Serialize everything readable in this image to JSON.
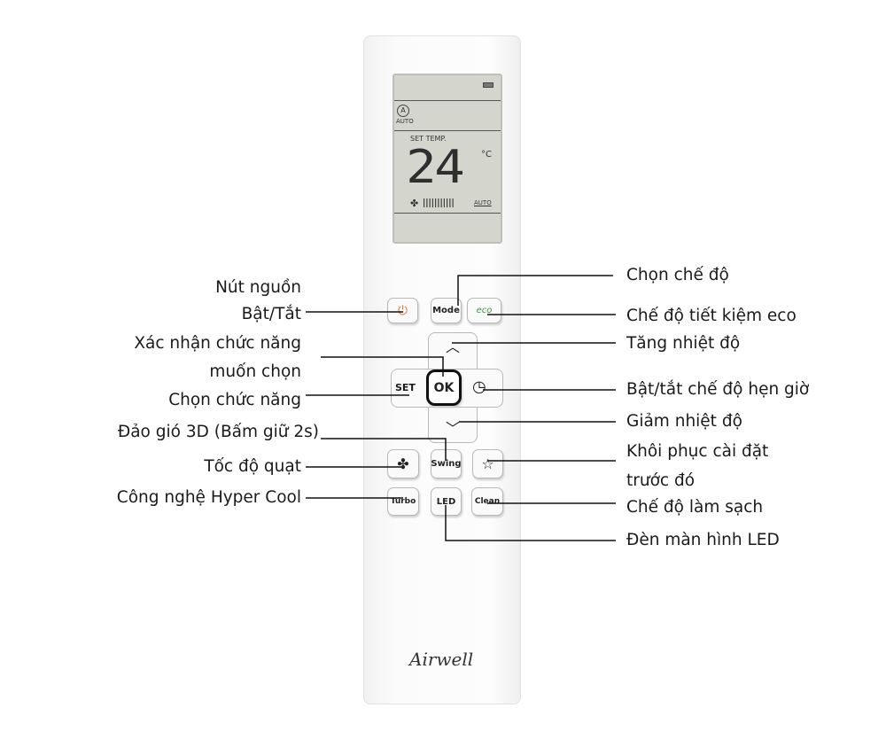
{
  "lcd": {
    "set_temp_label": "SET TEMP.",
    "temperature": "24",
    "unit": "°C",
    "mode": "AUTO",
    "fan": "AUTO"
  },
  "buttons": {
    "power": "⏻",
    "mode": "Mode",
    "eco": "eco",
    "up": "︿",
    "ok": "OK",
    "set": "SET",
    "timer": "◷",
    "down": "﹀",
    "fan": "✤",
    "swing": "Swing",
    "star": "☆",
    "turbo": "Turbo",
    "led": "LED",
    "clean": "Clean"
  },
  "labels": {
    "power_1": "Nút nguồn",
    "power_2": "Bật/Tắt",
    "ok_1": "Xác nhận chức năng",
    "ok_2": "muốn chọn",
    "set": "Chọn chức năng",
    "swing": "Đảo gió 3D (Bấm giữ 2s)",
    "fan": "Tốc độ quạt",
    "turbo": "Công nghệ Hyper Cool",
    "mode": "Chọn chế độ",
    "eco": "Chế độ tiết kiệm eco",
    "up": "Tăng nhiệt độ",
    "timer": "Bật/tắt chế độ hẹn giờ",
    "down": "Giảm nhiệt độ",
    "star_1": "Khôi phục cài đặt",
    "star_2": "trước đó",
    "clean": "Chế độ làm sạch",
    "led": "Đèn màn hình LED"
  },
  "brand": "Airwell",
  "colors": {
    "power": "#e07b3c",
    "eco": "#3a9a3a"
  }
}
